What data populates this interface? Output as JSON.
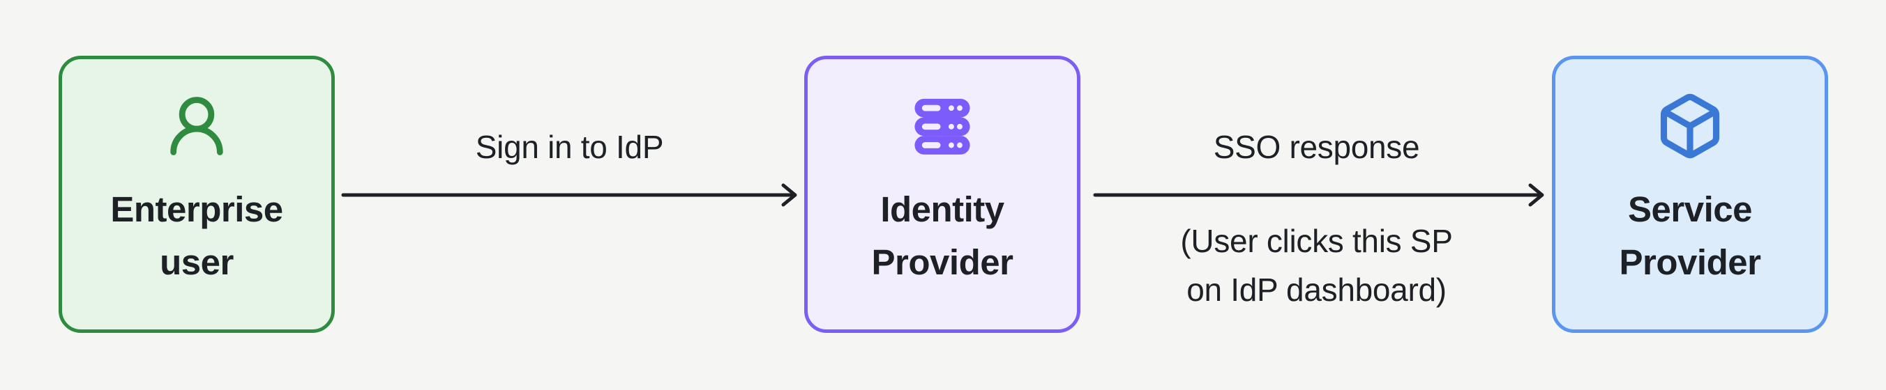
{
  "page": {
    "background_color": "#F5F6F4",
    "text_color": "#1D2025",
    "arrow_color": "#1E2023"
  },
  "diagram": {
    "nodes": [
      {
        "id": "enterprise-user",
        "label_lines": [
          "Enterprise",
          "user"
        ],
        "icon": "user-icon",
        "border_color": "#2F8B3F",
        "fill_color": "#E7F4E8",
        "icon_color": "#2F8B3F"
      },
      {
        "id": "identity-provider",
        "label_lines": [
          "Identity",
          "Provider"
        ],
        "icon": "server-icon",
        "border_color": "#7C5EF5",
        "fill_color": "#F3EEFD",
        "icon_color": "#7C5CFA"
      },
      {
        "id": "service-provider",
        "label_lines": [
          "Service",
          "Provider"
        ],
        "icon": "cube-icon",
        "border_color": "#5A96EE",
        "fill_color": "#DDECFB",
        "icon_color": "#3A78D6"
      }
    ],
    "edges": [
      {
        "from": "Enterprise user",
        "to": "Identity Provider",
        "label": "Sign in to IdP"
      },
      {
        "from": "Identity Provider",
        "to": "Service Provider",
        "label": "SSO response",
        "sublabel_lines": [
          "(User clicks this SP",
          "on IdP dashboard)"
        ]
      }
    ]
  }
}
